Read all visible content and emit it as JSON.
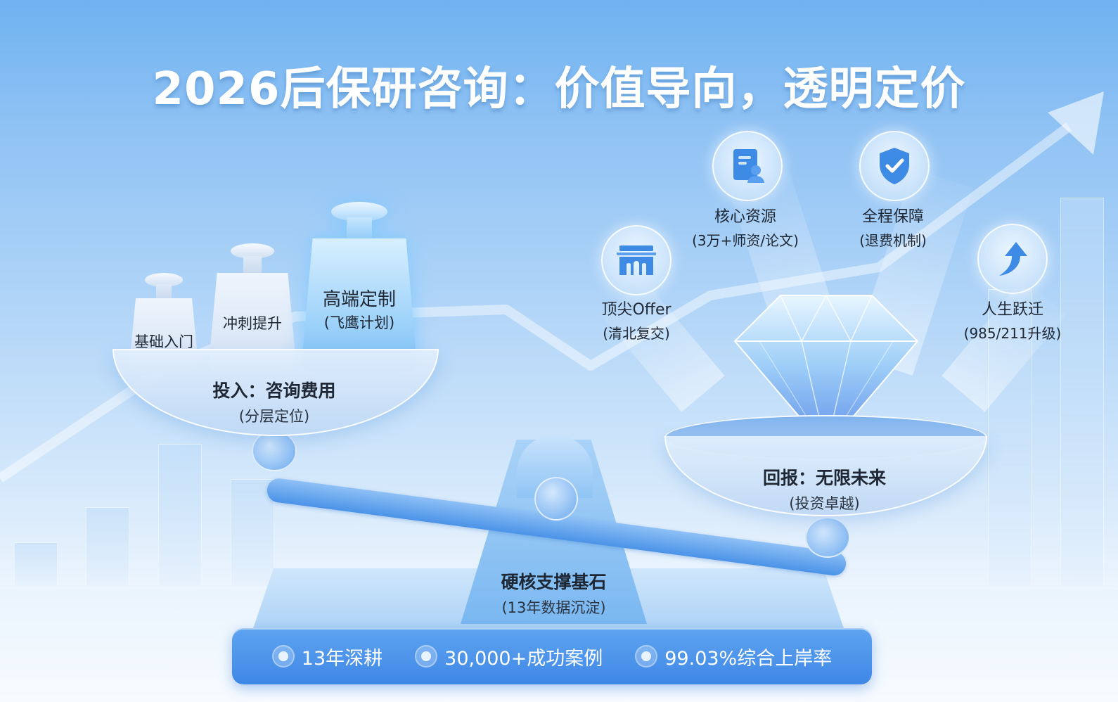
{
  "title": "2026后保研咨询：价值导向，透明定价",
  "left_pan": {
    "label": "投入：咨询费用",
    "sublabel": "(分层定位)",
    "weights": [
      {
        "label": "基础入门",
        "sublabel": ""
      },
      {
        "label": "冲刺提升",
        "sublabel": ""
      },
      {
        "label": "高端定制",
        "sublabel": "(飞鹰计划)"
      }
    ]
  },
  "right_pan": {
    "label": "回报：无限未来",
    "sublabel": "(投资卓越)",
    "icon": "diamond-icon"
  },
  "features": [
    {
      "icon": "gate-icon",
      "label": "顶尖Offer",
      "sublabel": "(清北复交)"
    },
    {
      "icon": "scroll-person-icon",
      "label": "核心资源",
      "sublabel": "(3万+师资/论文)"
    },
    {
      "icon": "shield-check-icon",
      "label": "全程保障",
      "sublabel": "(退费机制)"
    },
    {
      "icon": "arrow-up-icon",
      "label": "人生跃迁",
      "sublabel": "(985/211升级)"
    }
  ],
  "base": {
    "label": "硬核支撑基石",
    "sublabel": "(13年数据沉淀)"
  },
  "stats": [
    {
      "label": "13年深耕"
    },
    {
      "label": "30,000+成功案例"
    },
    {
      "label": "99.03%综合上岸率"
    }
  ],
  "colors": {
    "accent": "#3f87e6",
    "title_text": "#ffffff",
    "body_text": "#1e2733"
  }
}
